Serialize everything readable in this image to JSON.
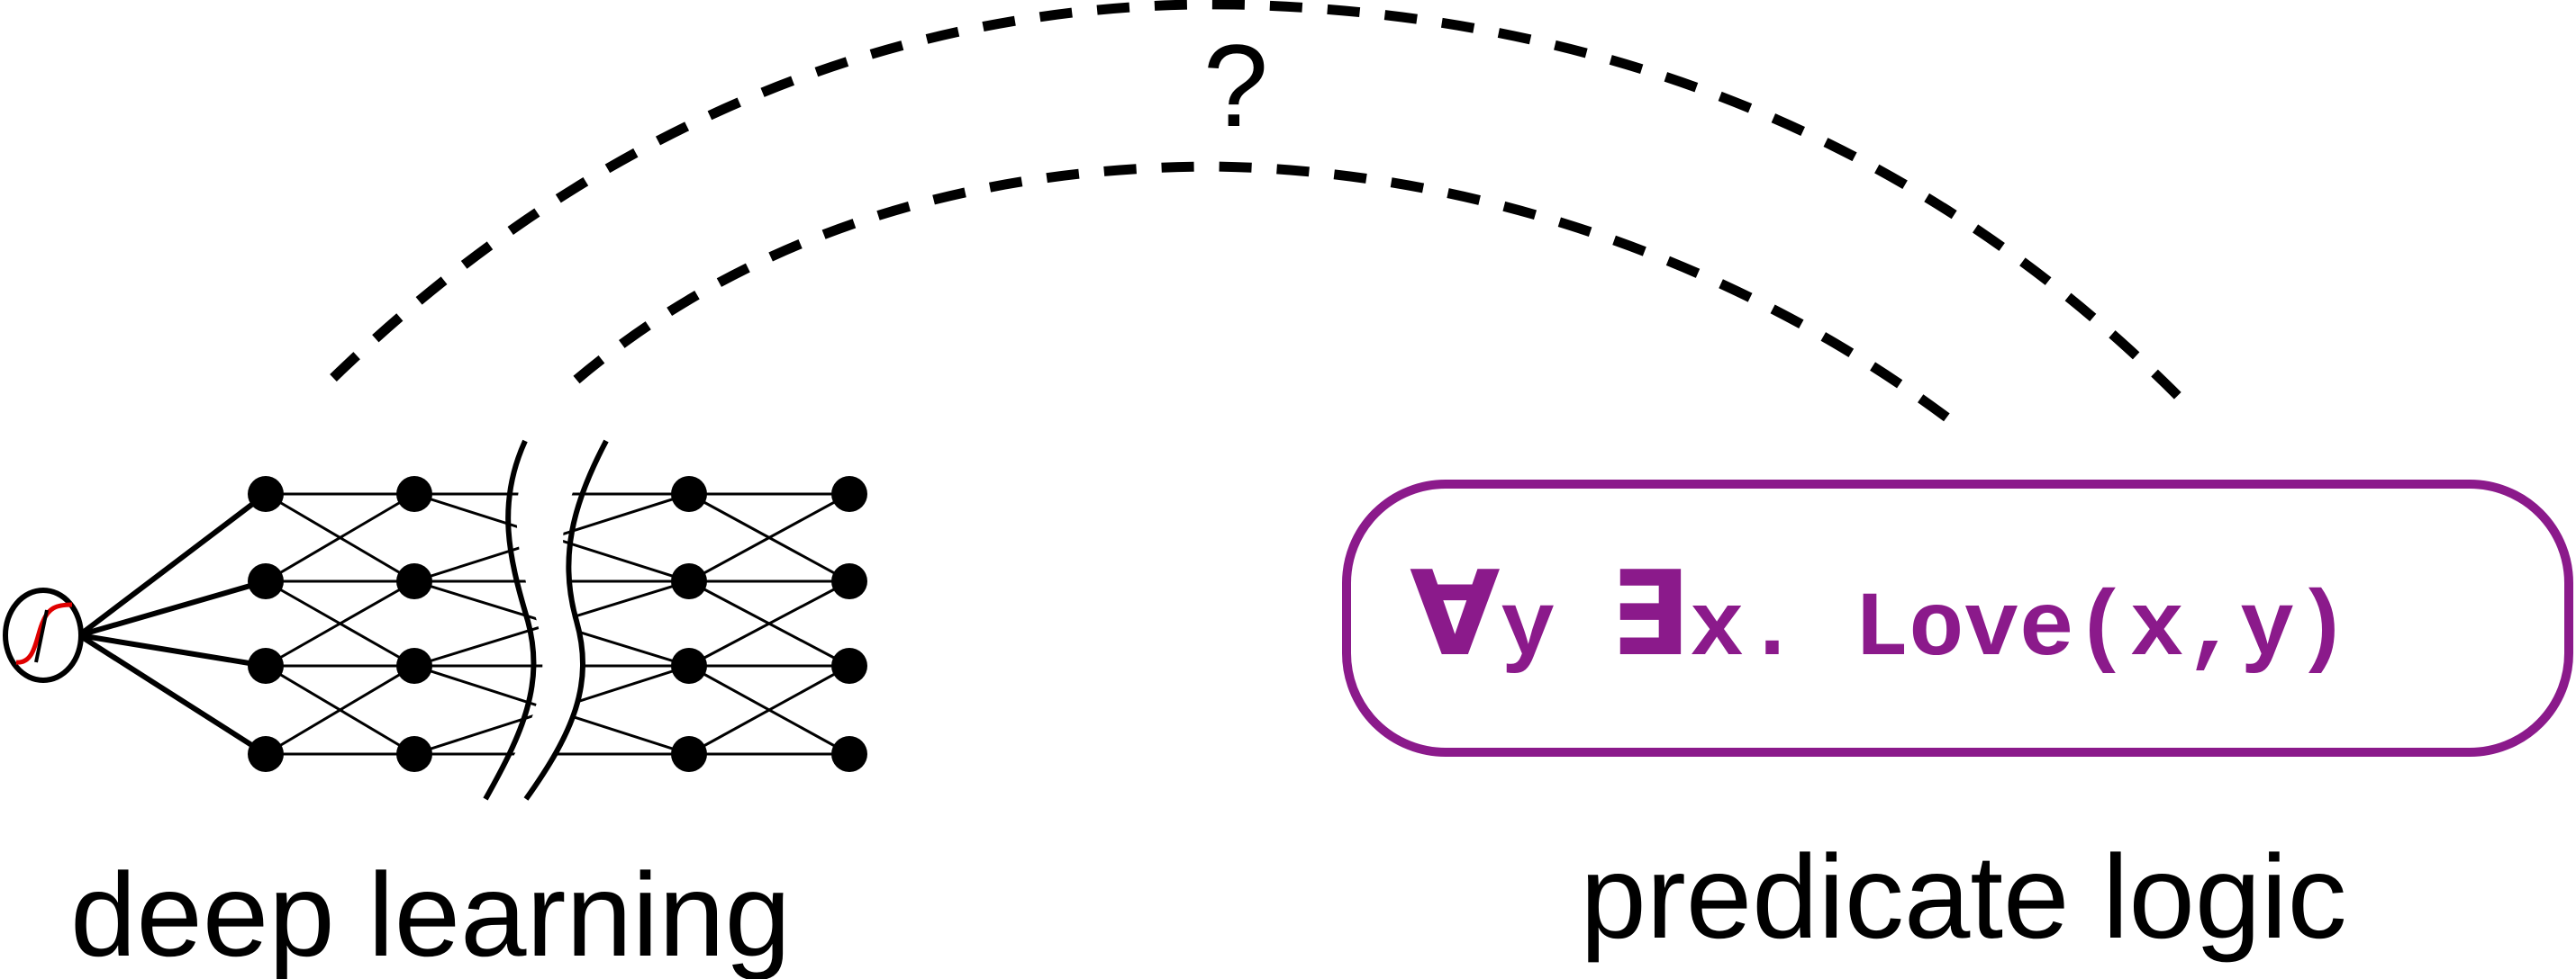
{
  "question": "?",
  "left_label": "deep learning",
  "right_label": "predicate logic",
  "formula": {
    "forall": "∀",
    "forall_var": "y",
    "exists": "∃",
    "exists_var": "x.",
    "body": "Love(x,y)"
  },
  "colors": {
    "logic_accent": "#8b1a8b",
    "activation_curve": "#e00000"
  }
}
